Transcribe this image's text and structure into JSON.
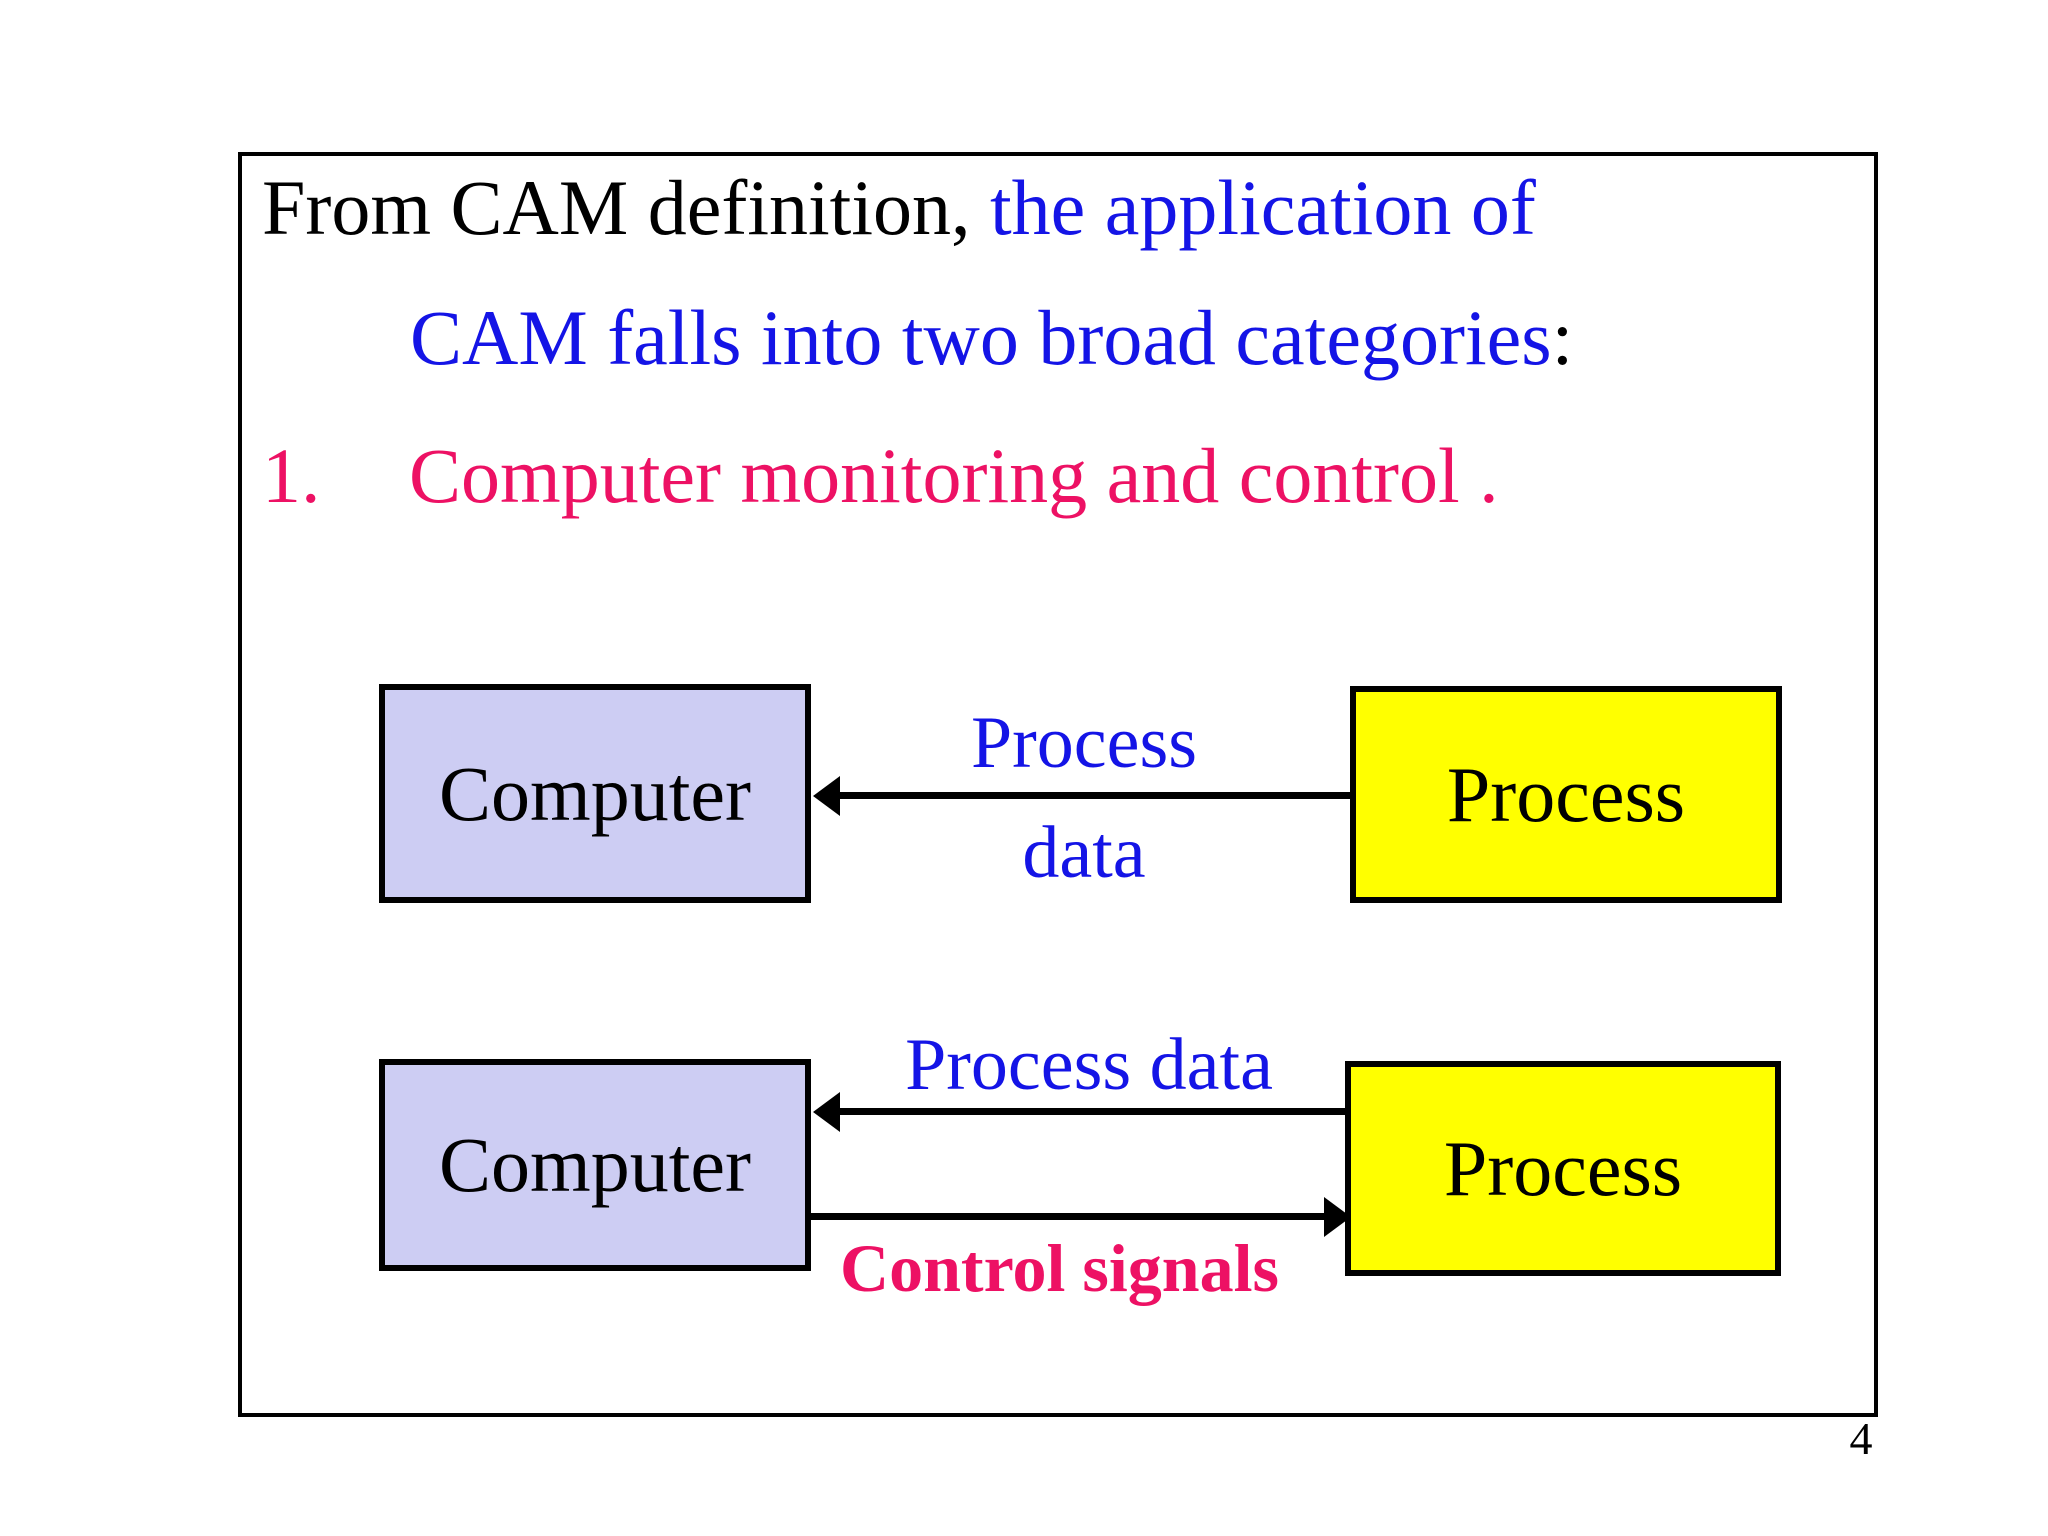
{
  "title": {
    "line1_black": "From CAM definition, ",
    "line1_blue": "the application of",
    "line2_blue": "CAM falls into two broad categories",
    "line2_black": ":"
  },
  "item1": {
    "number": "1.",
    "text": "Computer monitoring and control ."
  },
  "diagram1": {
    "computer_label": "Computer",
    "process_label": "Process",
    "arrow_label_top": "Process",
    "arrow_label_bottom": "data"
  },
  "diagram2": {
    "computer_label": "Computer",
    "process_label": "Process",
    "top_arrow_label": "Process data",
    "bottom_arrow_label": "Control signals"
  },
  "page_number": "4",
  "colors": {
    "blue": "#1414e6",
    "pink": "#ed1164",
    "lavender": "#cdcdf3",
    "yellow": "#ffff00"
  }
}
